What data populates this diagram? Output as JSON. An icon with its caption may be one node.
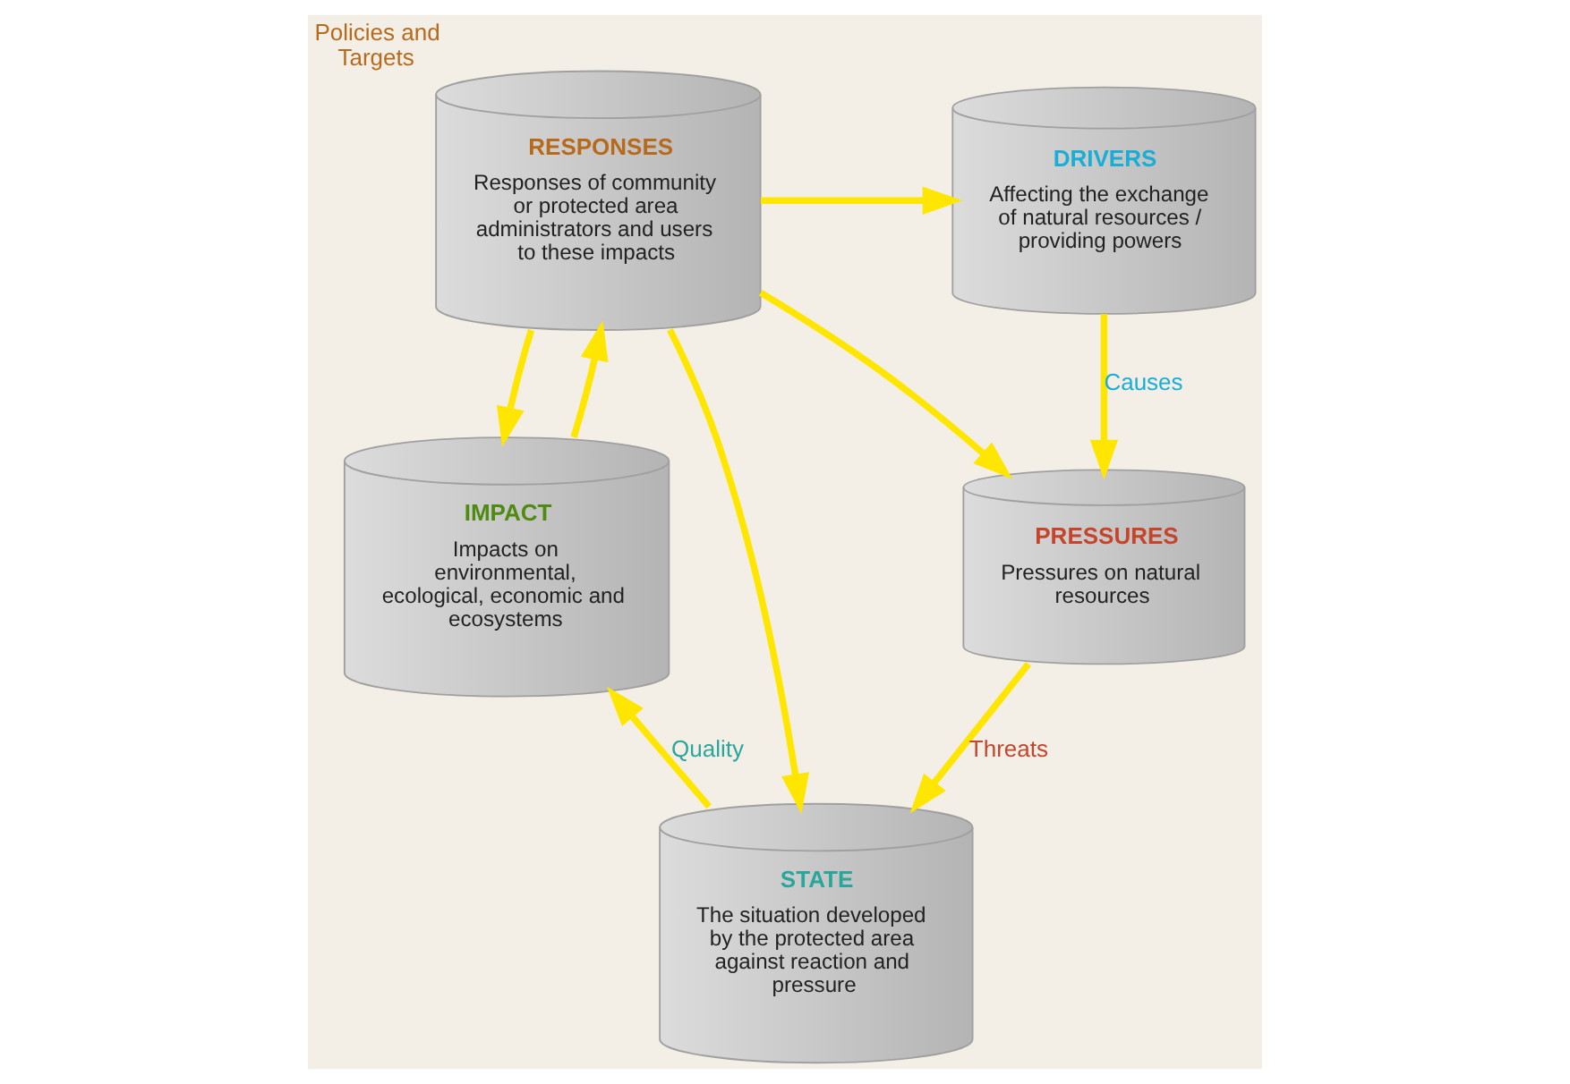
{
  "diagram": {
    "nodes": [
      {
        "text": [
          "RESPONSES",
          "Responses of community or protected area administrators and users to these impacts"
        ],
        "beside": [
          "Policies and Targets"
        ]
      },
      {
        "text": [
          "DRIVERS",
          "Affecting the exchange of natural resources / providing powers"
        ]
      },
      {
        "text": [
          "PRESSURES",
          "Pressures on natural resources"
        ]
      },
      {
        "text": [
          "IMPACT",
          "Impacts on environmental, ecological, economic and ecosystems"
        ]
      },
      {
        "text": [
          "STATE",
          "The situation developed by the protected area against reaction and pressure"
        ]
      }
    ],
    "edges": [
      {
        "from": 1,
        "to": 2,
        "arrow": "to",
        "label": "Causes"
      },
      {
        "from": 2,
        "to": 4,
        "arrow": "to",
        "label": "Threats"
      },
      {
        "from": 4,
        "to": 3,
        "arrow": "to",
        "label": "Quality"
      },
      {
        "from": 3,
        "to": 0,
        "arrow": "to"
      },
      {
        "from": 0,
        "to": 1,
        "arrow": "to"
      },
      {
        "from": 0,
        "to": 2,
        "arrow": "to"
      },
      {
        "from": 0,
        "to": 4,
        "arrow": "to"
      },
      {
        "from": 0,
        "to": 3,
        "arrow": "to"
      }
    ]
  }
}
